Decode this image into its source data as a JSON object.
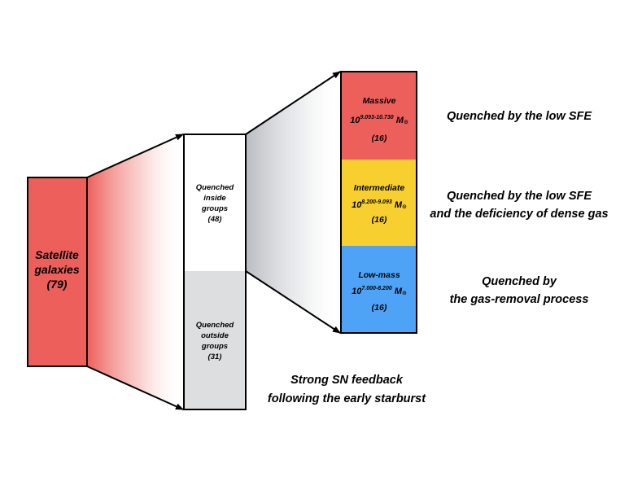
{
  "colors": {
    "satellite": "#ec5f5b",
    "massive": "#ec5f5b",
    "intermediate": "#f7d030",
    "lowmass": "#4fa3f7",
    "outside": "#dddedf",
    "inside": "#ffffff",
    "outline": "#000000"
  },
  "satellite": {
    "line1": "Satellite",
    "line2": "galaxies",
    "count": "(79)"
  },
  "groups": {
    "inside": {
      "line1": "Quenched",
      "line2": "inside",
      "line3": "groups",
      "count": "(48)"
    },
    "outside": {
      "line1": "Quenched",
      "line2": "outside",
      "line3": "groups",
      "count": "(31)"
    }
  },
  "mass_bins": [
    {
      "name": "Massive",
      "mass_base": "10",
      "mass_range": "9.093-10.730",
      "mass_unit": "M",
      "count": "(16)"
    },
    {
      "name": "Intermediate",
      "mass_base": "10",
      "mass_range": "8.200-9.093",
      "mass_unit": "M",
      "count": "(16)"
    },
    {
      "name": "Low-mass",
      "mass_base": "10",
      "mass_range": "7.000-8.200",
      "mass_unit": "M",
      "count": "(16)"
    }
  ],
  "notes": {
    "massive": {
      "line1": "Quenched by the low SFE"
    },
    "intermediate": {
      "line1": "Quenched by the low SFE",
      "line2": "and the deficiency of dense gas"
    },
    "lowmass": {
      "line1": "Quenched by",
      "line2": "the gas-removal process"
    },
    "outside": {
      "line1": "Strong SN feedback",
      "line2": "following the early starburst"
    }
  }
}
